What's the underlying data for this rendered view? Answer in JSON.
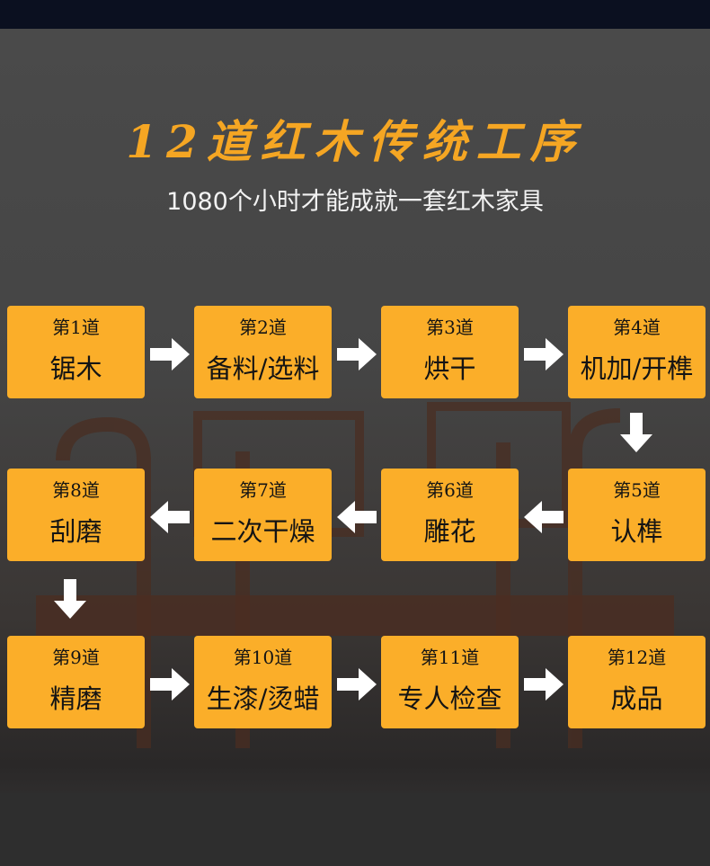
{
  "title": "12道红木传统工序",
  "subtitle": "1080个小时才能成就一套红木家具",
  "colors": {
    "box": "#fbae29",
    "title": "#f5a623",
    "arrow": "#ffffff"
  },
  "steps": [
    {
      "step": "第1道",
      "name": "锯木"
    },
    {
      "step": "第2道",
      "name": "备料/选料"
    },
    {
      "step": "第3道",
      "name": "烘干"
    },
    {
      "step": "第4道",
      "name": "机加/开榫"
    },
    {
      "step": "第5道",
      "name": "认榫"
    },
    {
      "step": "第6道",
      "name": "雕花"
    },
    {
      "step": "第7道",
      "name": "二次干燥"
    },
    {
      "step": "第8道",
      "name": "刮磨"
    },
    {
      "step": "第9道",
      "name": "精磨"
    },
    {
      "step": "第10道",
      "name": "生漆/烫蜡"
    },
    {
      "step": "第11道",
      "name": "专人检查"
    },
    {
      "step": "第12道",
      "name": "成品"
    }
  ]
}
